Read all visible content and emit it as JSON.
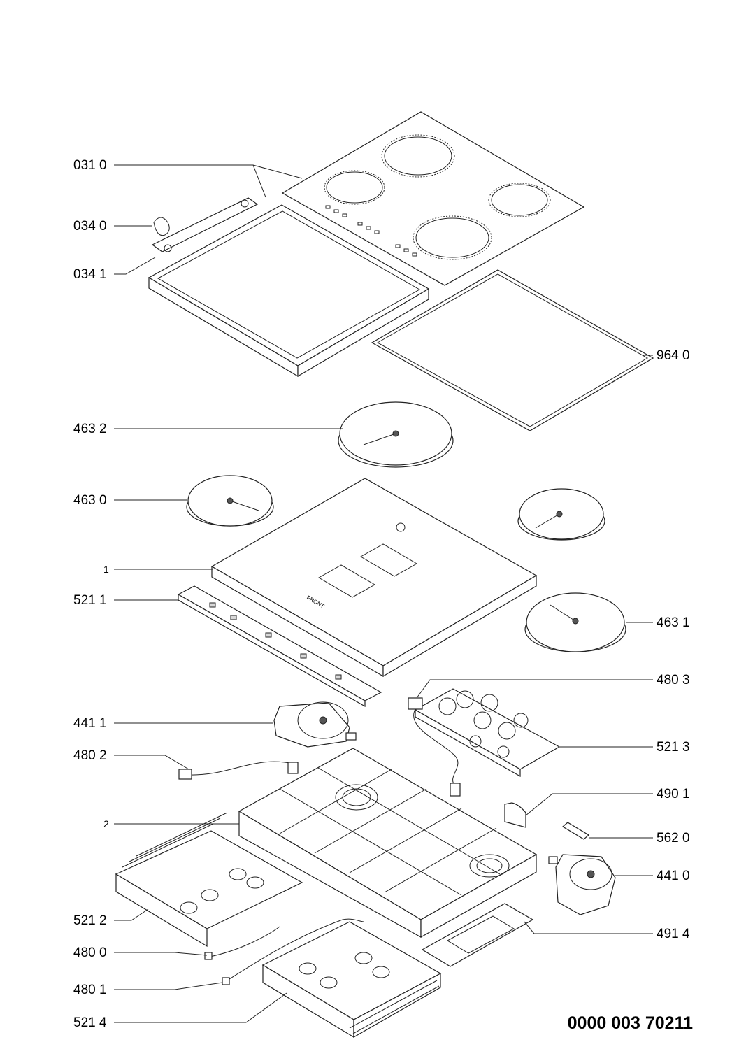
{
  "document_number": "0000 003 70211",
  "callouts": {
    "c0310": "031 0",
    "c0340": "034 0",
    "c0341": "034 1",
    "c9640": "964 0",
    "c4632": "463 2",
    "c4630": "463 0",
    "c1": "1",
    "c5211": "521 1",
    "c4631": "463 1",
    "c4803": "480 3",
    "c4411": "441 1",
    "c4802": "480 2",
    "c5213": "521 3",
    "c4901": "490 1",
    "c2": "2",
    "c5620": "562 0",
    "c4410": "441 0",
    "c5212": "521 2",
    "c4914": "491 4",
    "c4800": "480 0",
    "c4801": "480 1",
    "c5214": "521 4"
  },
  "parts_text": {
    "front_marking": "FRONT"
  }
}
